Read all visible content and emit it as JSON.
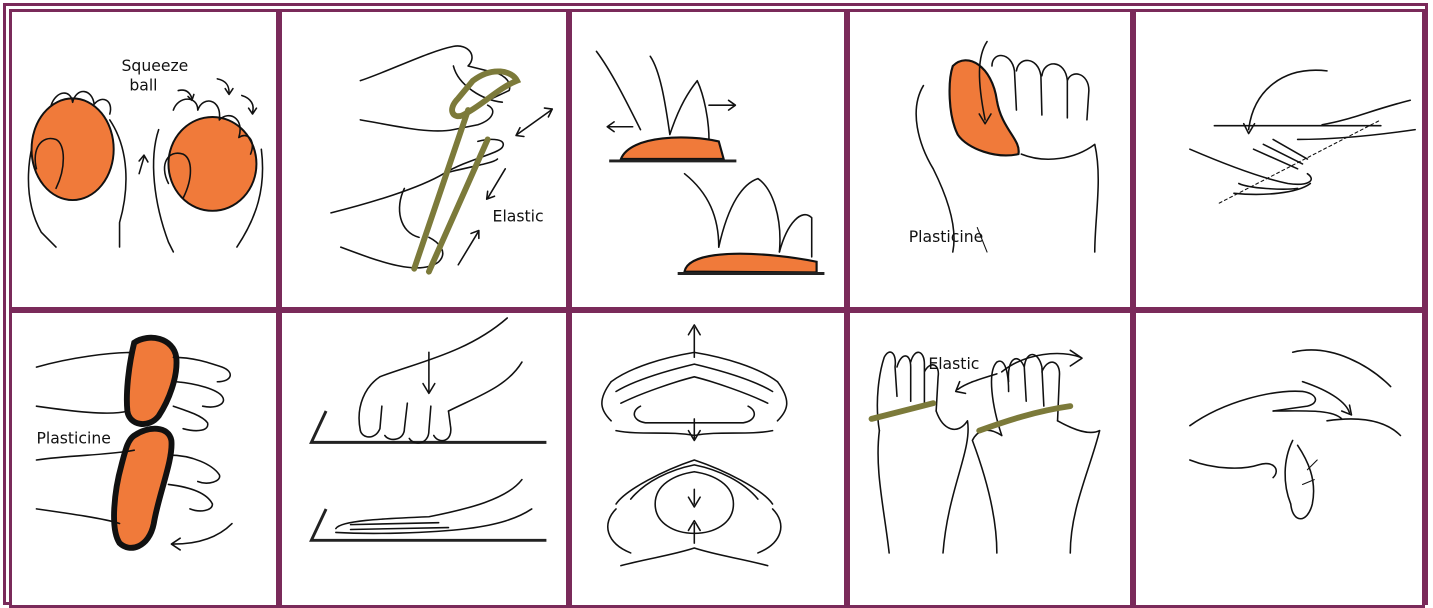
{
  "colors": {
    "border": "#7a2a5a",
    "putty": "#f07a3a",
    "elastic": "#7c7a3a",
    "ink": "#111111"
  },
  "labels": {
    "squeeze_ball": [
      "Squeeze",
      "ball"
    ],
    "elastic_1": "Elastic",
    "plasticine_1": "Plasticine",
    "plasticine_2": "Plasticine",
    "elastic_2": "Elastic"
  }
}
